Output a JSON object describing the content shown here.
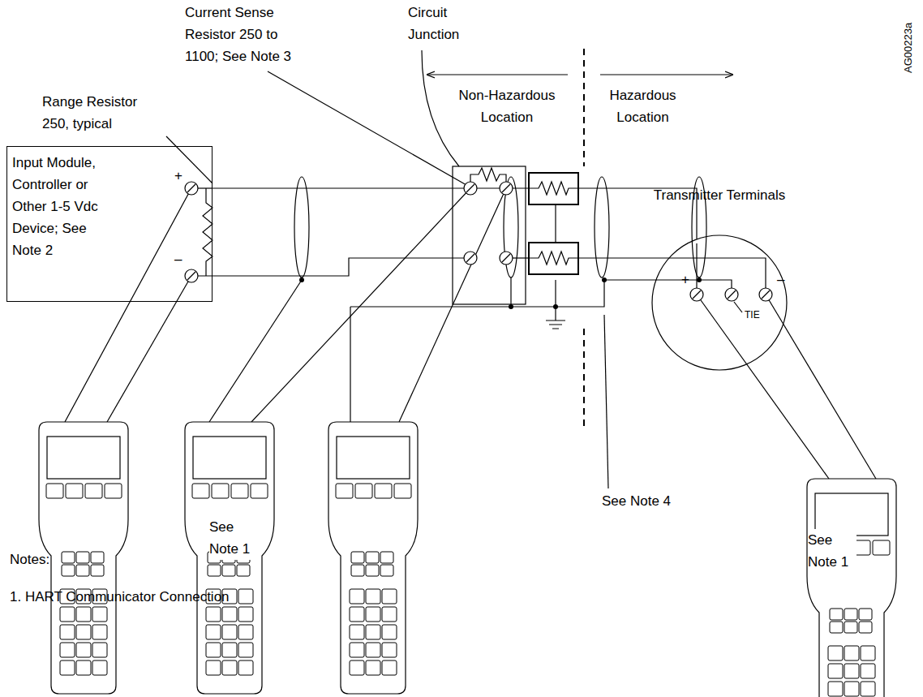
{
  "diagram": {
    "nodes": [
      {
        "text": [
          "Input Module, Controller or Other 1-5 Vdc Device; See Note 2"
        ]
      },
      {
        "text": [
          "Transmitter Terminals"
        ]
      }
    ],
    "edges": [
      {
        "from": 0,
        "to": 1,
        "arrow": "none"
      }
    ],
    "labels": [
      "Current Sense Resistor 250 to 1100; See Note 3",
      "Circuit Junction",
      "Range Resistor 250, typical",
      "Non-Hazardous Location",
      "Hazardous Location",
      "AG00223a",
      "+",
      "–",
      "See Note 1",
      "See Note 4",
      "+",
      "TIE",
      "–",
      "See Note 1",
      "Notes:",
      "1. HART Communicator Connection"
    ]
  }
}
